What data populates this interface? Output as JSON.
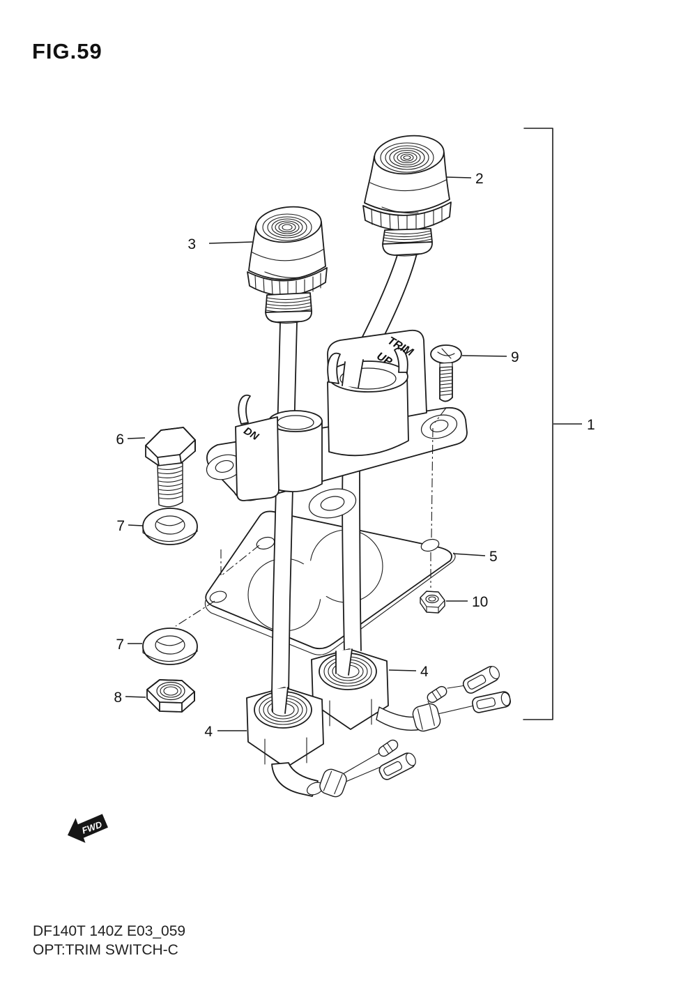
{
  "figure": {
    "title": "FIG.59"
  },
  "footer": {
    "model_code": "DF140T 140Z E03_059",
    "caption": "OPT:TRIM SWITCH-C"
  },
  "diagram": {
    "labels": {
      "trim": "TRIM",
      "up": "UP",
      "dn": "DN",
      "fwd": "FWD"
    },
    "callouts": [
      {
        "id": "callout-1",
        "label": "1"
      },
      {
        "id": "callout-2",
        "label": "2"
      },
      {
        "id": "callout-3",
        "label": "3"
      },
      {
        "id": "callout-4-right",
        "label": "4"
      },
      {
        "id": "callout-4-left",
        "label": "4"
      },
      {
        "id": "callout-5",
        "label": "5"
      },
      {
        "id": "callout-6",
        "label": "6"
      },
      {
        "id": "callout-7-upper",
        "label": "7"
      },
      {
        "id": "callout-7-lower",
        "label": "7"
      },
      {
        "id": "callout-8",
        "label": "8"
      },
      {
        "id": "callout-9",
        "label": "9"
      },
      {
        "id": "callout-10",
        "label": "10"
      }
    ]
  },
  "colors": {
    "line": "#1b1b1b",
    "text": "#111111",
    "background": "#ffffff",
    "fwd_arrow_fill": "#161616",
    "fwd_text": "#ffffff"
  }
}
